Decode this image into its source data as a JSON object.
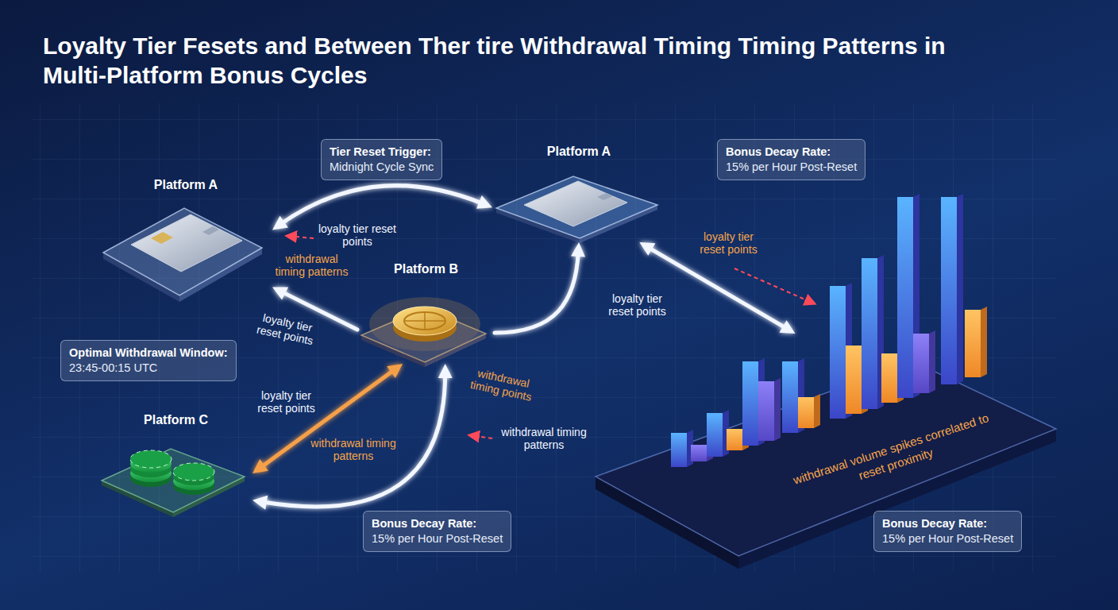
{
  "diagram": {
    "title": "Loyalty Tier Fesets and Between Ther tire Withdrawal Timing Timing Patterns in Multi-Platform Bonus Cycles",
    "nodes": [
      {
        "text": [
          "Tier Reset Trigger:",
          "Midnight Cycle Sync"
        ]
      },
      {
        "text": [
          "Platform A"
        ]
      },
      {
        "text": [
          "Bonus Decay Rate:",
          "15% per Hour Post-Reset"
        ]
      },
      {
        "text": [
          "Platform A"
        ]
      },
      {
        "text": [
          "Platform B"
        ]
      },
      {
        "text": [
          "Optimal Withdrawal Window:",
          "23:45-00:15 UTC"
        ]
      },
      {
        "text": [
          "Platform C"
        ]
      },
      {
        "text": [
          "Bonus Decay Rate:",
          "15% per Hour Post-Reset"
        ]
      },
      {
        "text": [
          "withdrawal volume spikes correlated to reset proximity"
        ]
      },
      {
        "text": [
          "Bonus Decay Rate:",
          "15% per Hour Post-Reset"
        ]
      }
    ],
    "edges": [
      {
        "from": 3,
        "to": 1,
        "arrow": "both"
      },
      {
        "from": 4,
        "to": 3,
        "arrow": "to"
      },
      {
        "from": 6,
        "to": 4,
        "arrow": "both"
      },
      {
        "from": 6,
        "to": 4,
        "arrow": "both"
      },
      {
        "from": 4,
        "to": 1,
        "arrow": "to"
      },
      {
        "from": 1,
        "to": 8,
        "arrow": "both"
      }
    ],
    "labels": [
      "loyalty tier reset points",
      "withdrawal timing patterns",
      "loyalty tier reset points",
      "loyalty tier reset points",
      "withdrawal timing patterns",
      "withdrawal timing points",
      "withdrawal timing patterns",
      "loyalty tier reset points",
      "loyalty tier reset points"
    ]
  }
}
